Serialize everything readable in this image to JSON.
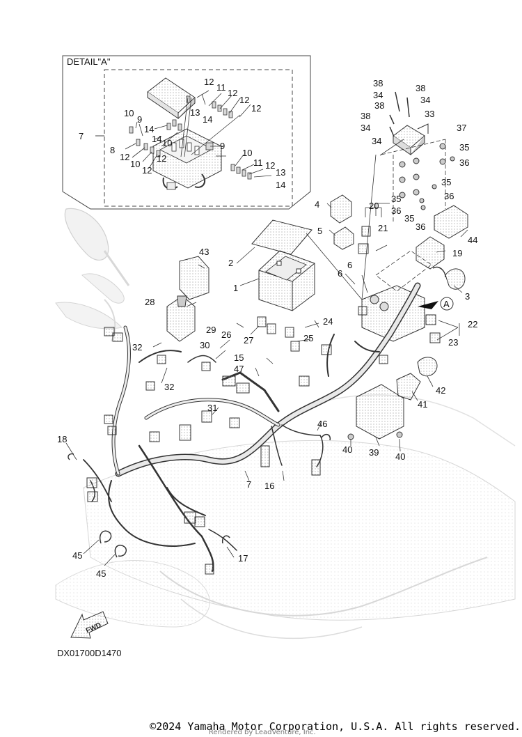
{
  "detail": {
    "title": "DETAIL\"A\""
  },
  "view_marker": "A",
  "fwd_label": "FWD",
  "diagram_code": "DX01700D1470",
  "copyright": "©2024 Yamaha Motor Corporation, U.S.A. All rights reserved.",
  "watermark": "Rendered by LeadVenture, Inc.",
  "callouts": {
    "d7": "7",
    "d8": "8",
    "d9a": "9",
    "d9b": "9",
    "d10a": "10",
    "d10b": "10",
    "d10c": "10",
    "d10d": "10",
    "d11a": "11",
    "d11b": "11",
    "d12a": "12",
    "d12b": "12",
    "d12c": "12",
    "d12d": "12",
    "d12e": "12",
    "d12f": "12",
    "d12g": "12",
    "d12h": "12",
    "d13a": "13",
    "d13b": "13",
    "d14a": "14",
    "d14b": "14",
    "d14c": "14",
    "d14d": "14",
    "c1": "1",
    "c2": "2",
    "c3": "3",
    "c4": "4",
    "c5": "5",
    "c6a": "6",
    "c6b": "6",
    "c7": "7",
    "c15": "15",
    "c16": "16",
    "c17": "17",
    "c18": "18",
    "c19": "19",
    "c20": "20",
    "c21": "21",
    "c22": "22",
    "c23": "23",
    "c24": "24",
    "c25": "25",
    "c26": "26",
    "c27": "27",
    "c28": "28",
    "c29": "29",
    "c30": "30",
    "c31": "31",
    "c32a": "32",
    "c32b": "32",
    "c33": "33",
    "c34a": "34",
    "c34b": "34",
    "c34c": "34",
    "c34d": "34",
    "c35a": "35",
    "c35b": "35",
    "c35c": "35",
    "c35d": "35",
    "c36a": "36",
    "c36b": "36",
    "c36c": "36",
    "c36d": "36",
    "c37": "37",
    "c38a": "38",
    "c38b": "38",
    "c38c": "38",
    "c38d": "38",
    "c39": "39",
    "c40a": "40",
    "c40b": "40",
    "c41": "41",
    "c42": "42",
    "c43": "43",
    "c44": "44",
    "c45a": "45",
    "c45b": "45",
    "c46": "46",
    "c47": "47"
  }
}
